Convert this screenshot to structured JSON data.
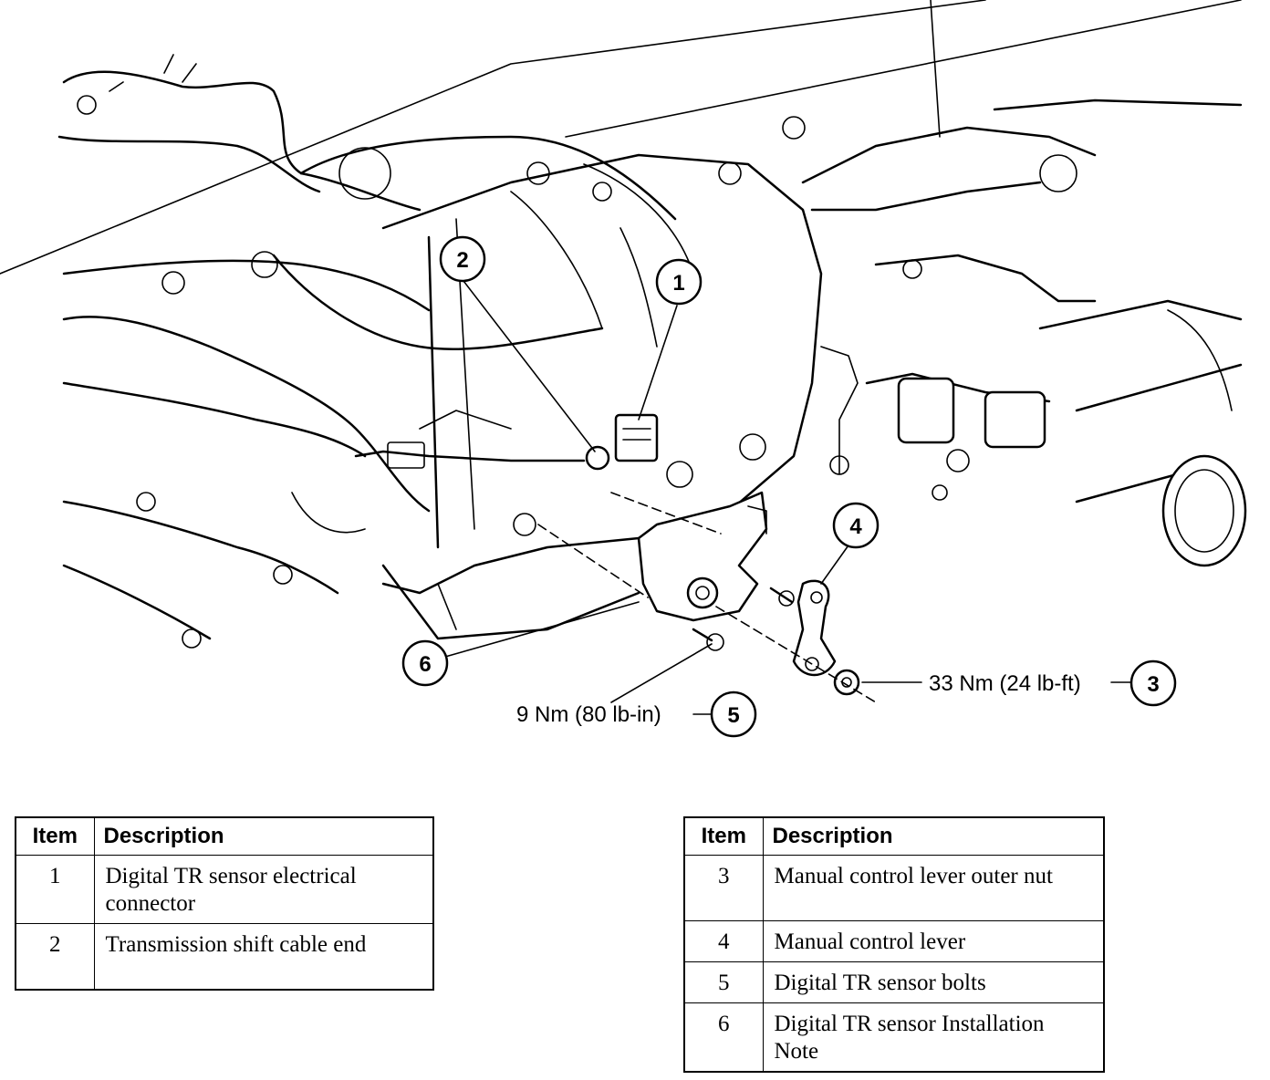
{
  "callouts": {
    "c1": "1",
    "c2": "2",
    "c3": "3",
    "c4": "4",
    "c5": "5",
    "c6": "6"
  },
  "torque": {
    "nut": "33 Nm (24 lb-ft)",
    "bolts": "9 Nm (80 lb-in)"
  },
  "tables": {
    "header_item": "Item",
    "header_description": "Description",
    "left_rows": [
      {
        "item": "1",
        "description": "Digital TR sensor electrical connector"
      },
      {
        "item": "2",
        "description": "Transmission shift cable end"
      }
    ],
    "right_rows": [
      {
        "item": "3",
        "description": "Manual control lever outer nut"
      },
      {
        "item": "4",
        "description": "Manual control lever"
      },
      {
        "item": "5",
        "description": "Digital TR sensor bolts"
      },
      {
        "item": "6",
        "description": "Digital TR sensor Installation Note"
      }
    ]
  }
}
